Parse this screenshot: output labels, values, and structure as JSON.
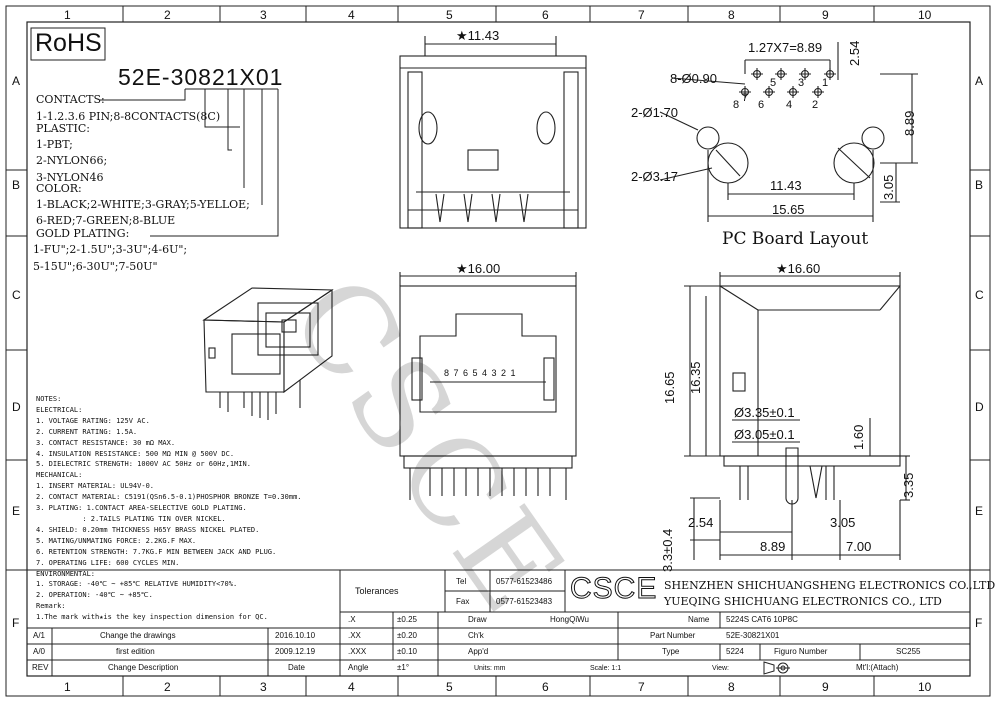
{
  "logo": "RoHS",
  "part_number_code": "52E-30821X01",
  "watermark": "CSCE",
  "options": {
    "contacts_title": "CONTACTS:",
    "contacts_line": "1-1.2.3.6 PIN;8-8CONTACTS(8C)",
    "plastic_title": "PLASTIC:",
    "plastic_lines": [
      "1-PBT;",
      "2-NYLON66;",
      "3-NYLON46"
    ],
    "color_title": "COLOR:",
    "color_lines": [
      "1-BLACK;2-WHITE;3-GRAY;5-YELLOE;",
      "6-RED;7-GREEN;8-BLUE"
    ],
    "plating_title": "GOLD PLATING:",
    "plating_lines": [
      "1-FU\";2-1.5U\";3-3U\";4-6U\";",
      "5-15U\";6-30U\";7-50U\""
    ]
  },
  "notes": [
    "NOTES:",
    "ELECTRICAL:",
    "1. VOLTAGE RATING: 125V AC.",
    "2. CURRENT RATING: 1.5A.",
    "3. CONTACT RESISTANCE: 30 mΩ MAX.",
    "4. INSULATION RESISTANCE: 500 MΩ MIN @ 500V DC.",
    "5. DIELECTRIC STRENGTH: 1000V AC 50Hz or 60Hz,1MIN.",
    "MECHANICAL:",
    "1. INSERT MATERIAL: UL94V-0.",
    "2. CONTACT MATERIAL: C5191(QSn6.5-0.1)PHOSPHOR BRONZE T=0.30mm.",
    "3. PLATING: 1.CONTACT AREA-SELECTIVE GOLD PLATING.",
    "           : 2.TAILS PLATING TIN OVER NICKEL.",
    "4. SHIELD: 0.20mm THICKNESS H65Y BRASS NICKEL PLATED.",
    "5. MATING/UNMATING FORCE: 2.2KG.F MAX.",
    "6. RETENTION STRENGTH: 7.7KG.F MIN BETWEEN JACK AND PLUG.",
    "7. OPERATING LIFE: 600 CYCLES MIN.",
    "ENVIRONMENTAL:",
    "1. STORAGE: -40℃ ~ +85℃ RELATIVE HUMIDITY<70%.",
    "2. OPERATION: -40℃ ~ +85℃.",
    "Remark:",
    "1.The mark with★is the key inspection dimension for QC."
  ],
  "grid": {
    "cols": [
      "1",
      "2",
      "3",
      "4",
      "5",
      "6",
      "7",
      "8",
      "9",
      "10"
    ],
    "rows": [
      "A",
      "B",
      "C",
      "D",
      "E",
      "F"
    ]
  },
  "dims": {
    "top_width": "★11.43",
    "pitch": "1.27X7=8.89",
    "holes_small": "8-Ø0.90",
    "holes_mid": "2-Ø1.70",
    "holes_big": "2-Ø3.17",
    "d254": "2.54",
    "d889v": "8.89",
    "d1143": "11.43",
    "d305v": "3.05",
    "d1565": "15.65",
    "pcb_title": "PC Board Layout",
    "front_width": "★16.00",
    "side_width": "★16.60",
    "h1665": "16.65",
    "h1635": "16.35",
    "d335": "Ø3.35±0.1",
    "d305": "Ø3.05±0.1",
    "d160": "1.60",
    "d335v": "3.35",
    "d33": "3.3±0.4",
    "b254": "2.54",
    "b305": "3.05",
    "b889": "8.89",
    "b700": "7.00",
    "pin_numbers": "8 7 6 5 4 3 2 1",
    "hole_labels": [
      "8",
      "7",
      "6",
      "5",
      "4",
      "3",
      "2",
      "1"
    ]
  },
  "title_block": {
    "tolerances": "Tolerances",
    "tel_label": "Tel",
    "tel": "0577-61523486",
    "fax_label": "Fax",
    "fax": "0577-61523483",
    "logo": "CSCE",
    "company1": "SHENZHEN SHICHUANGSHENG ELECTRONICS CO.,LTD",
    "company2": "YUEQING SHICHUANG ELECTRONICS CO., LTD",
    "tol_rows": [
      [
        ".X",
        "±0.25"
      ],
      [
        ".XX",
        "±0.20"
      ],
      [
        ".XXX",
        "±0.10"
      ],
      [
        "Angle",
        "±1°"
      ]
    ],
    "draw_label": "Draw",
    "draw_value": "HongQiWu",
    "chk_label": "Ch'k",
    "appd_label": "App'd",
    "name_label": "Name",
    "name_value": "5224S CAT6 10P8C",
    "partno_label": "Part Number",
    "partno_value": "52E-30821X01",
    "type_label": "Type",
    "type_value": "5224",
    "figure_label": "Figuro Number",
    "figure_value": "SC255",
    "units": "Units: mm",
    "scale": "Scale: 1:1",
    "view": "View:",
    "mtl": "Mt'l:(Attach)",
    "revisions": [
      {
        "rev": "A/1",
        "desc": "Change the drawings",
        "date": "2016.10.10"
      },
      {
        "rev": "A/0",
        "desc": "first edition",
        "date": "2009.12.19"
      }
    ],
    "rev_header": "REV",
    "desc_header": "Change Description",
    "date_header": "Date"
  }
}
